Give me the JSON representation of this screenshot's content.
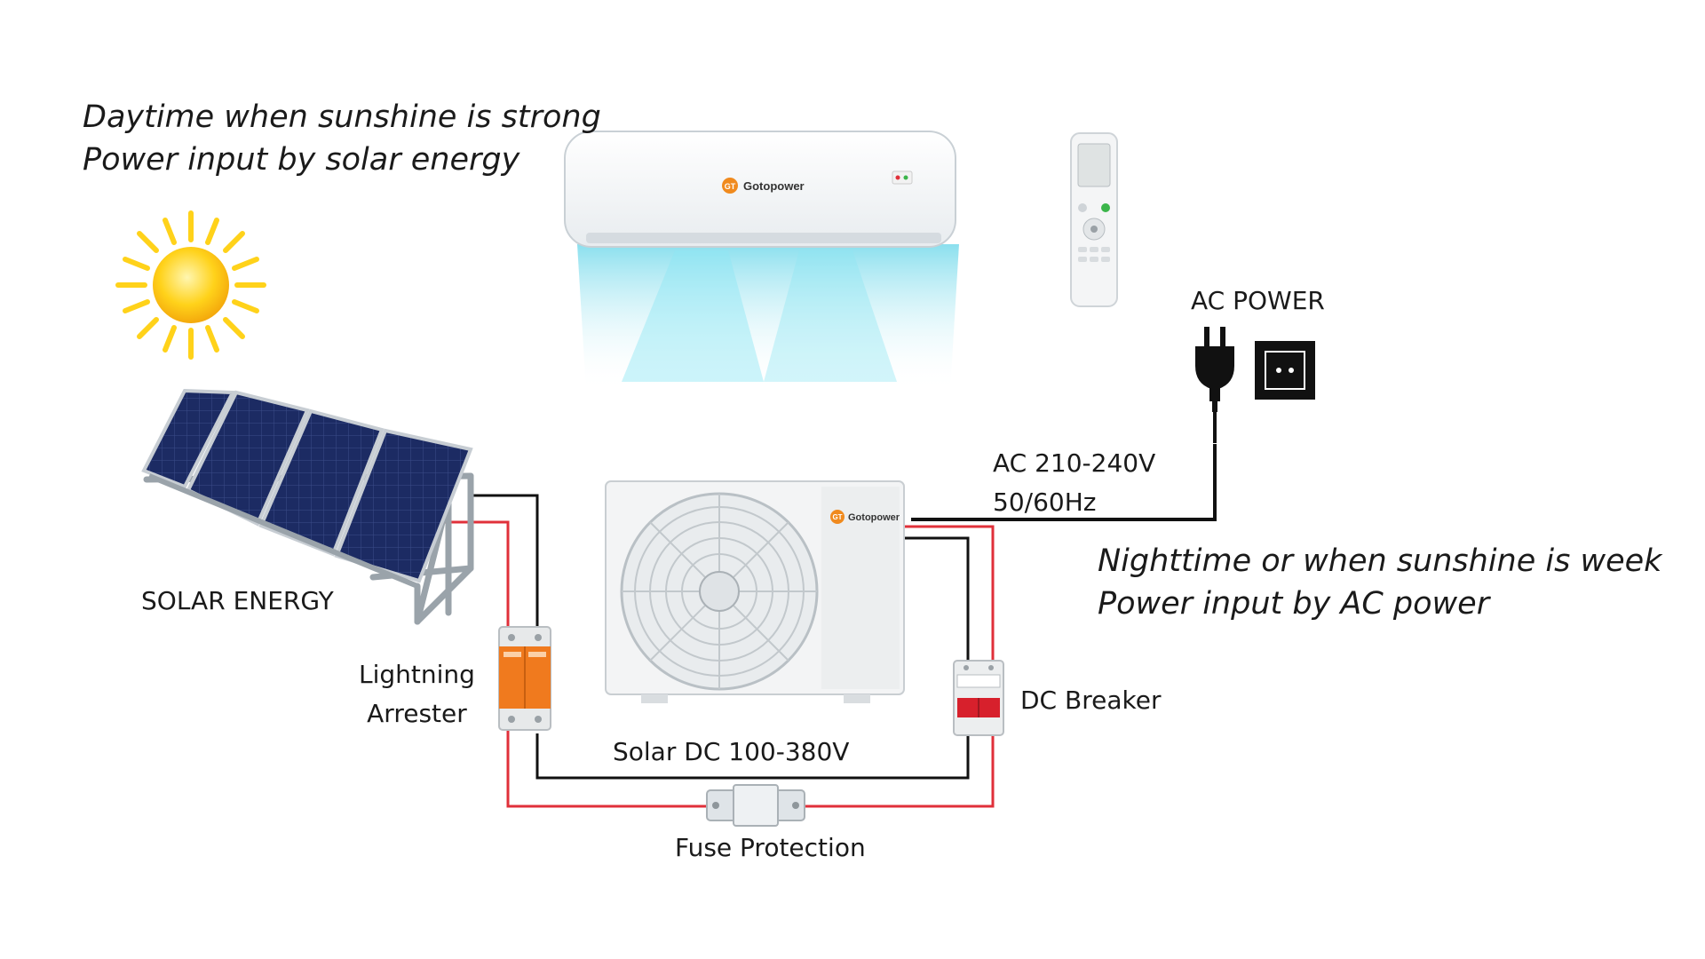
{
  "captions": {
    "day_line1": "Daytime when sunshine is strong",
    "day_line2": "Power input by solar energy",
    "night_line1": "Nighttime or when sunshine is week",
    "night_line2": "Power input by AC power"
  },
  "labels": {
    "ac_power": "AC POWER",
    "ac_voltage": "AC 210-240V",
    "ac_frequency": "50/60Hz",
    "solar_energy": "SOLAR ENERGY",
    "lightning_line1": "Lightning",
    "lightning_line2": "Arrester",
    "dc_breaker": "DC Breaker",
    "solar_dc": "Solar DC 100-380V",
    "fuse": "Fuse Protection"
  },
  "brand": {
    "name": "Gotopower",
    "logo": "GT"
  },
  "colors": {
    "positive_wire": "#e0303a",
    "negative_wire": "#111111",
    "arrester_orange": "#f07a1e",
    "breaker_red": "#d7202c",
    "sun": "#ffd21a",
    "panel": "#1b2a5e",
    "cool_air": "#7fe1f0"
  },
  "icons": [
    "sun-icon",
    "plug-icon",
    "socket-icon",
    "remote-icon",
    "fan-icon"
  ]
}
